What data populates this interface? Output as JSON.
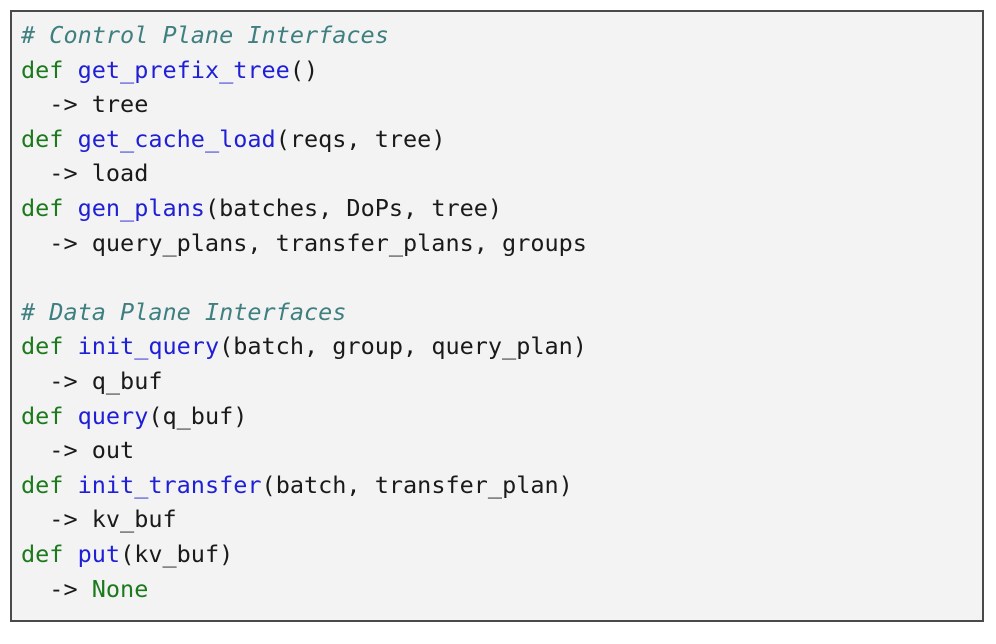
{
  "lines": [
    {
      "type": "comment",
      "text": "# Control Plane Interfaces"
    },
    {
      "type": "def",
      "kw": "def",
      "fn": "get_prefix_tree",
      "args": "()"
    },
    {
      "type": "ret",
      "arrow": "  ->",
      "ret": "tree"
    },
    {
      "type": "def",
      "kw": "def",
      "fn": "get_cache_load",
      "args": "(reqs, tree)"
    },
    {
      "type": "ret",
      "arrow": "  ->",
      "ret": "load"
    },
    {
      "type": "def",
      "kw": "def",
      "fn": "gen_plans",
      "args": "(batches, DoPs, tree)"
    },
    {
      "type": "ret",
      "arrow": "  ->",
      "ret": "query_plans, transfer_plans, groups"
    },
    {
      "type": "blank",
      "text": ""
    },
    {
      "type": "comment",
      "text": "# Data Plane Interfaces"
    },
    {
      "type": "def",
      "kw": "def",
      "fn": "init_query",
      "args": "(batch, group, query_plan)"
    },
    {
      "type": "ret",
      "arrow": "  ->",
      "ret": "q_buf"
    },
    {
      "type": "def",
      "kw": "def",
      "fn": "query",
      "args": "(q_buf)"
    },
    {
      "type": "ret",
      "arrow": "  ->",
      "ret": "out"
    },
    {
      "type": "def",
      "kw": "def",
      "fn": "init_transfer",
      "args": "(batch, transfer_plan)"
    },
    {
      "type": "ret",
      "arrow": "  ->",
      "ret": "kv_buf"
    },
    {
      "type": "def",
      "kw": "def",
      "fn": "put",
      "args": "(kv_buf)"
    },
    {
      "type": "ret_green",
      "arrow": "  ->",
      "ret": "None"
    }
  ]
}
